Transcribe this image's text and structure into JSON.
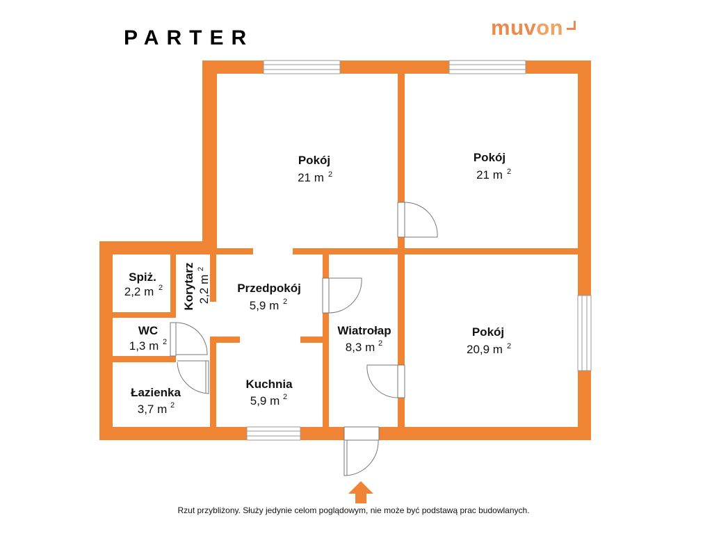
{
  "title": "PARTER",
  "brand": {
    "part1": "muv",
    "part2": "on"
  },
  "rooms": [
    {
      "id": "pokoj-top-left",
      "name": "Pokój",
      "area": "21 m",
      "sup": "2"
    },
    {
      "id": "pokoj-top-right",
      "name": "Pokój",
      "area": "21 m",
      "sup": "2"
    },
    {
      "id": "pokoj-bottom-right",
      "name": "Pokój",
      "area": "20,9 m",
      "sup": "2"
    },
    {
      "id": "spiz",
      "name": "Spiż.",
      "area": "2,2 m",
      "sup": "2"
    },
    {
      "id": "korytarz",
      "name": "Korytarz",
      "area": "2,2 m",
      "sup": "2"
    },
    {
      "id": "przedpokoj",
      "name": "Przedpokój",
      "area": "5,9 m",
      "sup": "2"
    },
    {
      "id": "wc",
      "name": "WC",
      "area": "1,3 m",
      "sup": "2"
    },
    {
      "id": "wiatrolap",
      "name": "Wiatrołap",
      "area": "8,3 m",
      "sup": "2"
    },
    {
      "id": "lazienka",
      "name": "Łazienka",
      "area": "3,7 m",
      "sup": "2"
    },
    {
      "id": "kuchnia",
      "name": "Kuchnia",
      "area": "5,9 m",
      "sup": "2"
    }
  ],
  "disclaimer": "Rzut przybliżony. Służy jedynie celom poglądowym, nie może być podstawą prac budowlanych.",
  "colors": {
    "wall": "#ef8534",
    "brand": "#e98a4f"
  },
  "icons": {
    "entrance": "arrow-up-icon"
  }
}
